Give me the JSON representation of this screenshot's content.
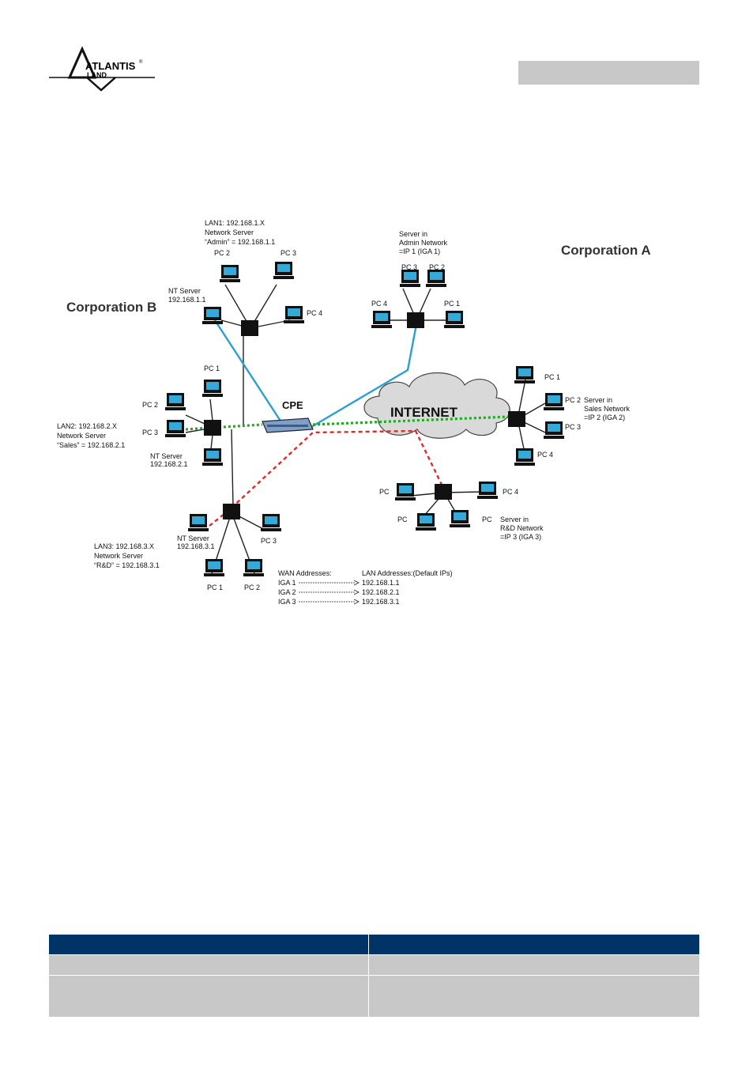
{
  "logo": {
    "brand": "ATLANTIS",
    "sub": "LAND",
    "mark": "®"
  },
  "colors": {
    "admin_link": "#2aa0d0",
    "sales_link": "#22a822",
    "rnd_link": "#e02a2a",
    "table_header": "#003366",
    "table_row": "#c8c8c8"
  },
  "diagram": {
    "corp_b": "Corporation B",
    "corp_a": "Corporation A",
    "cpe": "CPE",
    "internet": "INTERNET",
    "lan1": [
      "LAN1: 192.168.1.X",
      "Network Server",
      "“Admin” = 192.168.1.1"
    ],
    "lan2": [
      "LAN2: 192.168.2.X",
      "Network Server",
      "“Sales” = 192.168.2.1"
    ],
    "lan3": [
      "LAN3: 192.168.3.X",
      "Network Server",
      "“R&D” = 192.168.3.1"
    ],
    "nt1": [
      "NT Server",
      "192.168.1.1"
    ],
    "nt2": [
      "NT Server",
      "192.168.2.1"
    ],
    "nt3": [
      "NT Server",
      "192.168.3.1"
    ],
    "admin_srv": [
      "Server in",
      "Admin Network",
      "=IP 1 (IGA 1)"
    ],
    "sales_srv": [
      "Server in",
      "Sales Network",
      "=IP 2 (IGA 2)"
    ],
    "rnd_srv": [
      "Server in",
      "R&D Network",
      "=IP 3 (IGA 3)"
    ],
    "pc1": "PC 1",
    "pc2": "PC 2",
    "pc3": "PC 3",
    "pc4": "PC 4",
    "pc": "PC",
    "wan_hdr": "WAN Addresses:",
    "lan_hdr": "LAN Addresses:(Default IPs)",
    "map": [
      [
        "IGA 1",
        "192.168.1.1"
      ],
      [
        "IGA 2",
        "192.168.2.1"
      ],
      [
        "IGA 3",
        "192.168.3.1"
      ]
    ]
  }
}
